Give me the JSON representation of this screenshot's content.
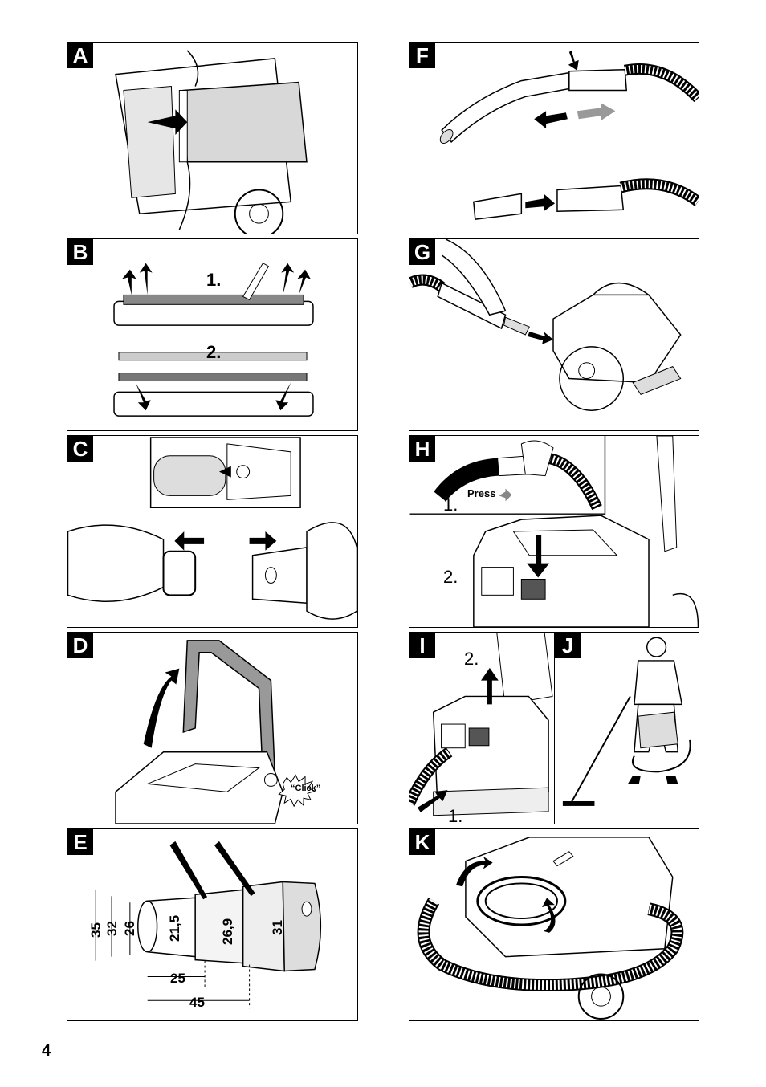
{
  "page_number": "4",
  "panels": {
    "A": {
      "letter": "A"
    },
    "B": {
      "letter": "B",
      "step1": "1.",
      "step2": "2."
    },
    "C": {
      "letter": "C"
    },
    "D": {
      "letter": "D",
      "click_label": "“Click”"
    },
    "E": {
      "letter": "E",
      "dims": {
        "d35": "35",
        "d32": "32",
        "d26": "26",
        "d215": "21,5",
        "d269": "26,9",
        "d31": "31",
        "d25": "25",
        "d45": "45"
      }
    },
    "F": {
      "letter": "F"
    },
    "G": {
      "letter": "G"
    },
    "H": {
      "letter": "H",
      "step1": "1.",
      "press_label": "Press",
      "step2": "2."
    },
    "I": {
      "letter": "I",
      "step2": "2.",
      "step1": "1."
    },
    "J": {
      "letter": "J"
    },
    "K": {
      "letter": "K"
    }
  },
  "colors": {
    "ink": "#000000",
    "grey_arrow": "#9a9a9a",
    "shade": "#cfcfcf"
  }
}
